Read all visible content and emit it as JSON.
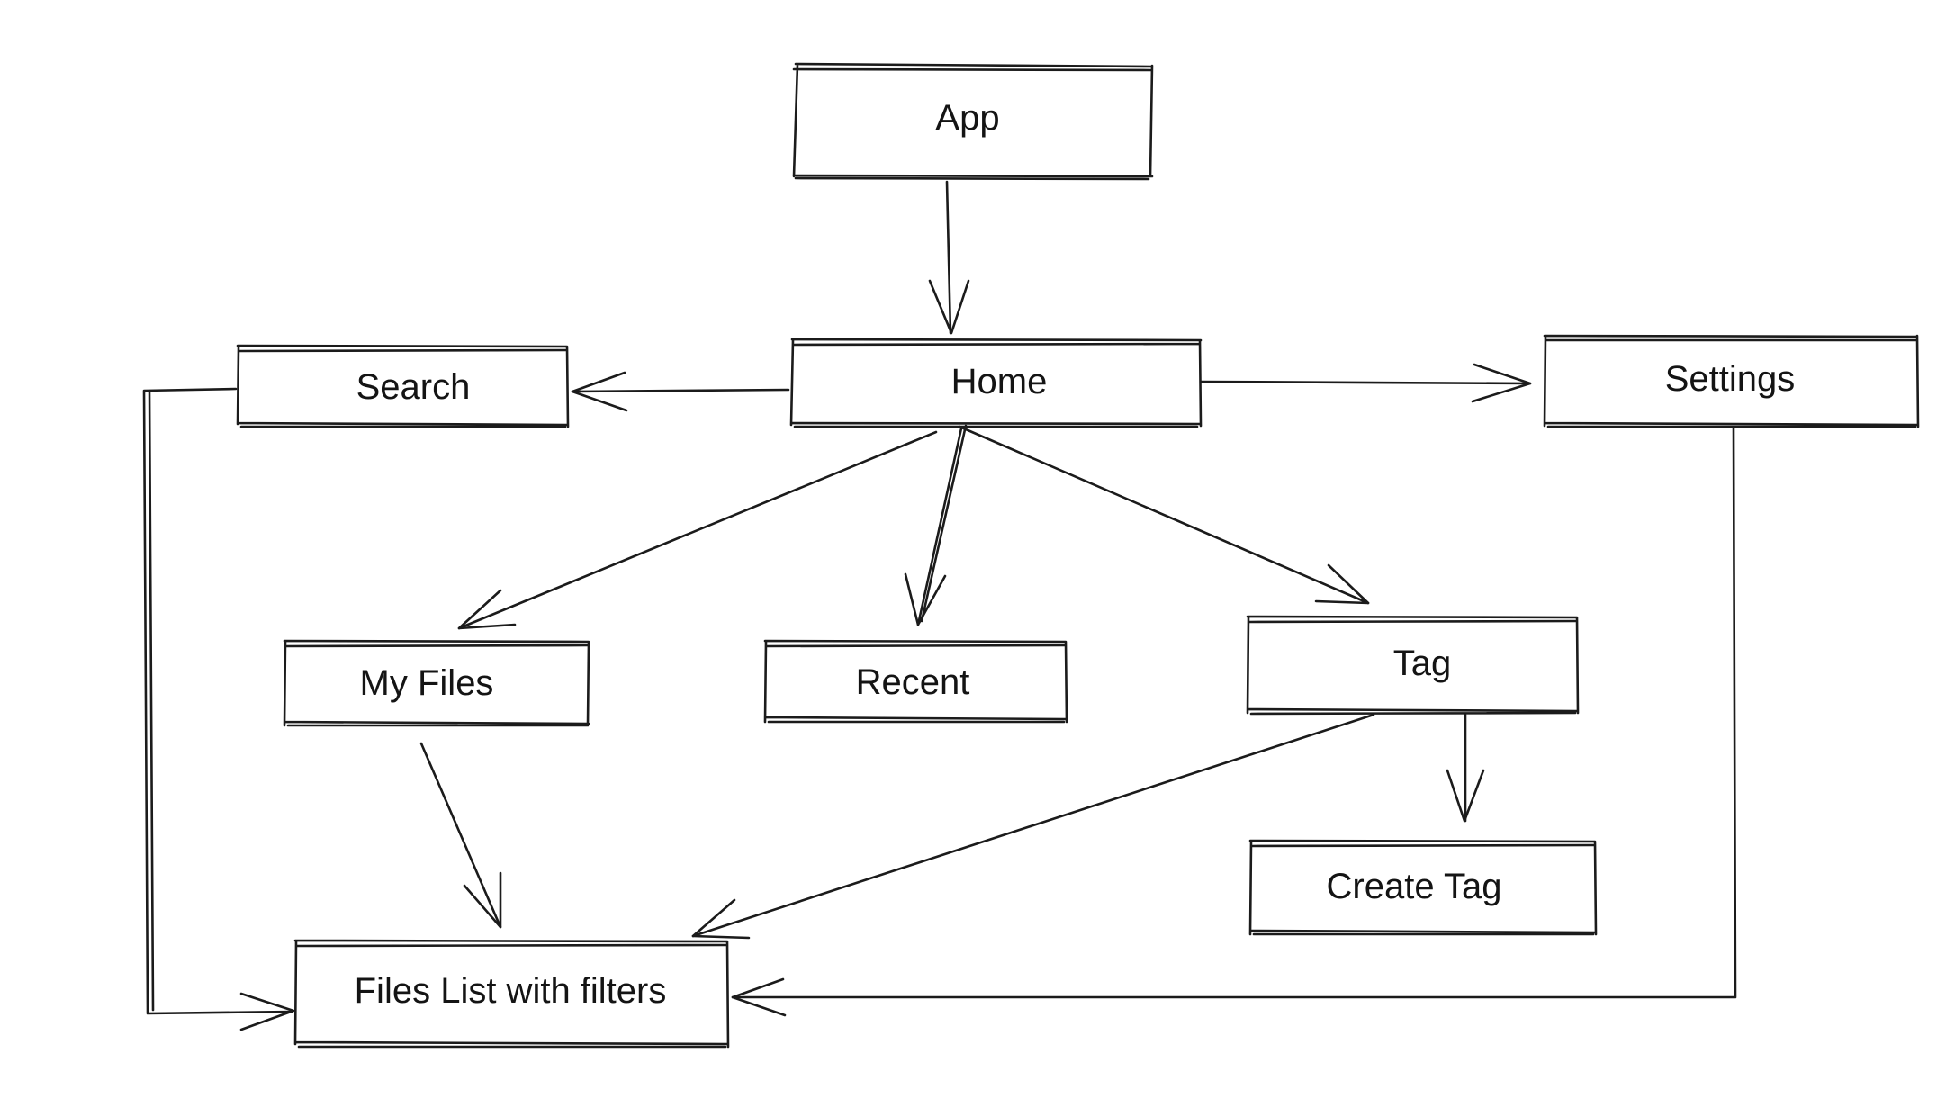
{
  "diagram": {
    "nodes": {
      "app": "App",
      "home": "Home",
      "search": "Search",
      "settings": "Settings",
      "my_files": "My Files",
      "recent": "Recent",
      "tag": "Tag",
      "create_tag": "Create Tag",
      "files_list": "Files List with filters"
    },
    "edges": [
      {
        "from": "App",
        "to": "Home"
      },
      {
        "from": "Home",
        "to": "Search"
      },
      {
        "from": "Home",
        "to": "Settings"
      },
      {
        "from": "Home",
        "to": "My Files"
      },
      {
        "from": "Home",
        "to": "Recent"
      },
      {
        "from": "Home",
        "to": "Tag"
      },
      {
        "from": "Tag",
        "to": "Create Tag"
      },
      {
        "from": "Tag",
        "to": "Files List with filters"
      },
      {
        "from": "My Files",
        "to": "Files List with filters"
      },
      {
        "from": "Search",
        "to": "Files List with filters"
      },
      {
        "from": "Settings",
        "to": "Files List with filters"
      }
    ]
  }
}
